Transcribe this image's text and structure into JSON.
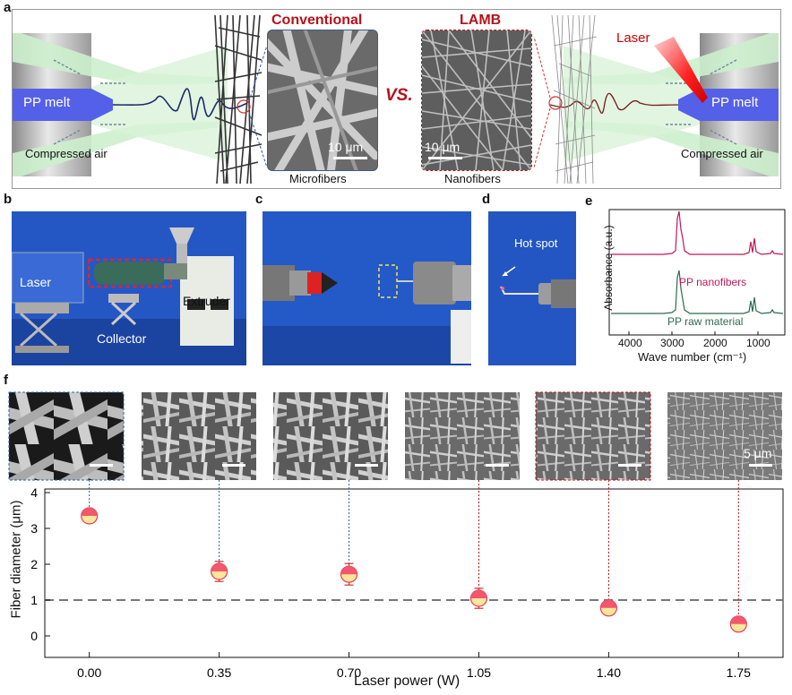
{
  "panel_labels": {
    "a": "a",
    "b": "b",
    "c": "c",
    "d": "d",
    "e": "e",
    "f": "f"
  },
  "panel_a": {
    "left_melt_label": "PP melt",
    "right_melt_label": "PP melt",
    "left_air_label": "Compressed air",
    "right_air_label": "Compressed air",
    "conventional_title": "Conventional",
    "lamb_title": "LAMB",
    "vs_label": "VS.",
    "laser_label": "Laser",
    "micro_caption": "Microfibers",
    "nano_caption": "Nanofibers",
    "scale_left": "10 μm",
    "scale_right": "10 μm",
    "colors": {
      "title_red": "#b5121b",
      "melt_blue": "#5560e8",
      "air_green": "#cdeecd"
    }
  },
  "panel_b": {
    "laser_label": "Laser",
    "extruder_label": "Extruder",
    "collector_label": "Collector"
  },
  "panel_d": {
    "hot_spot_label": "Hot spot"
  },
  "panel_e": {
    "ylabel": "Absorbance (a.u.)",
    "xlabel": "Wave number (cm⁻¹)",
    "xticks": [
      "4000",
      "3000",
      "2000",
      "1000"
    ],
    "series_top": "PP nanofibers",
    "series_bottom": "PP raw material",
    "colors": {
      "top": "#c2185b",
      "bottom": "#2e6b4f"
    }
  },
  "panel_f": {
    "sem_scale_label": "5 μm"
  },
  "chart_data": {
    "type": "scatter",
    "xlabel": "Laser power (W)",
    "ylabel": "Fiber diameter (μm)",
    "categories": [
      "0.00",
      "0.35",
      "0.70",
      "1.05",
      "1.40",
      "1.75"
    ],
    "x": [
      0.0,
      0.35,
      0.7,
      1.05,
      1.4,
      1.75
    ],
    "values": [
      3.35,
      1.8,
      1.72,
      1.05,
      0.78,
      0.33
    ],
    "errors": [
      0.18,
      0.28,
      0.3,
      0.28,
      0.08,
      0.12
    ],
    "yticks": [
      "0",
      "1",
      "2",
      "3",
      "4"
    ],
    "ylim": [
      -0.6,
      4.1
    ],
    "reference_line": 1.0,
    "grid": false
  }
}
